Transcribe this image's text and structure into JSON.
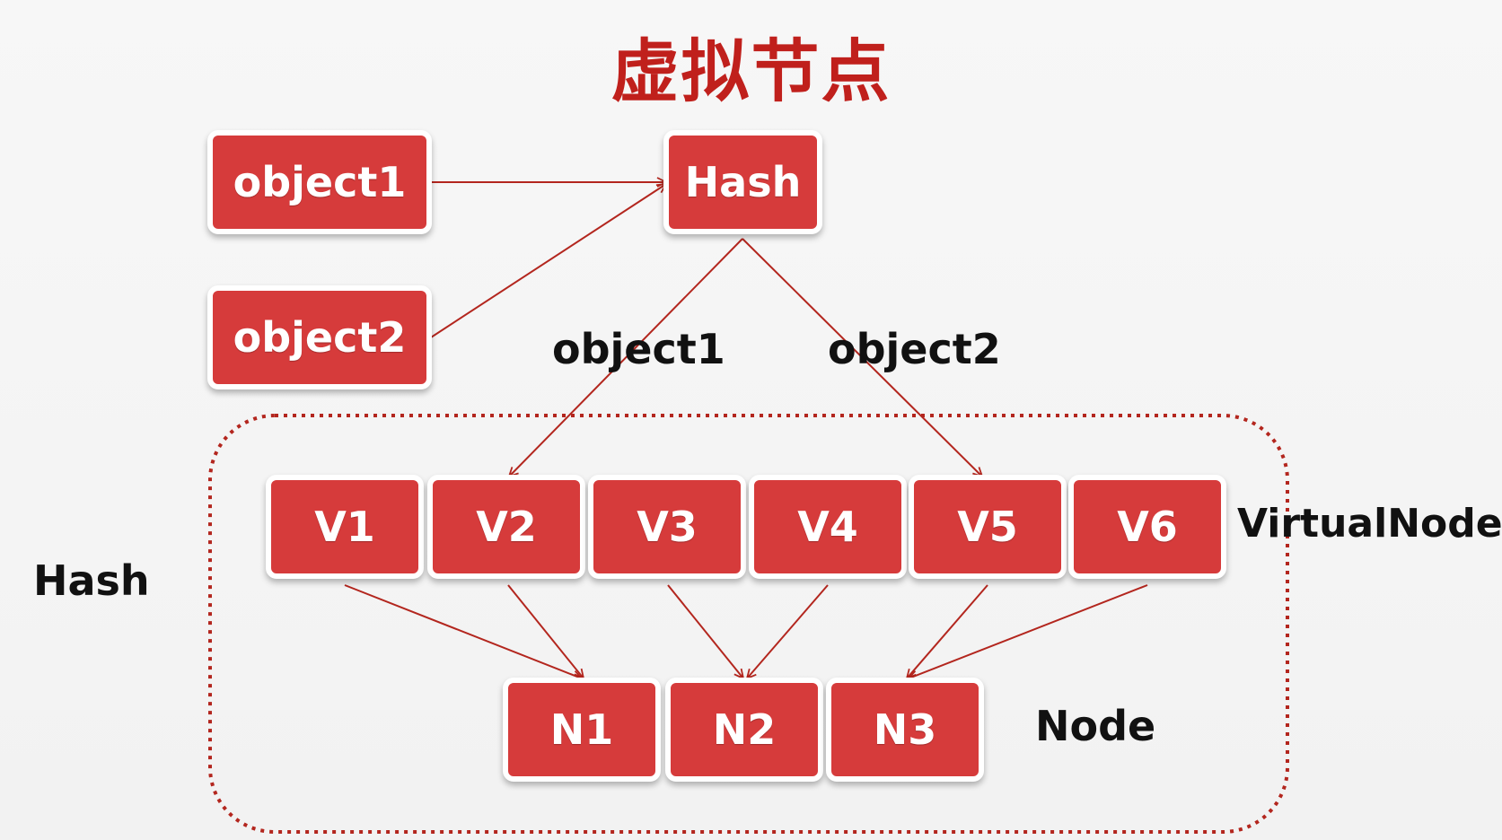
{
  "title": "虚拟节点",
  "colors": {
    "title": "#c0201c",
    "node_fill": "#d63b3b",
    "node_border": "#ffffff",
    "arrow": "#b3261e",
    "dotted_border": "#b3261e",
    "label_text": "#111111"
  },
  "objects": [
    {
      "id": "object1",
      "label": "object1"
    },
    {
      "id": "object2",
      "label": "object2"
    }
  ],
  "hash_node": {
    "label": "Hash"
  },
  "route_labels": [
    {
      "label": "object1"
    },
    {
      "label": "object2"
    }
  ],
  "virtual_nodes": [
    {
      "label": "V1"
    },
    {
      "label": "V2"
    },
    {
      "label": "V3"
    },
    {
      "label": "V4"
    },
    {
      "label": "V5"
    },
    {
      "label": "V6"
    }
  ],
  "physical_nodes": [
    {
      "label": "N1"
    },
    {
      "label": "N2"
    },
    {
      "label": "N3"
    }
  ],
  "side_labels": {
    "ring": "Hash",
    "virtual": "VirtualNode",
    "physical": "Node"
  },
  "edges": [
    {
      "from": "object1",
      "to": "Hash"
    },
    {
      "from": "object2",
      "to": "Hash"
    },
    {
      "from": "Hash",
      "to": "V2"
    },
    {
      "from": "Hash",
      "to": "V5"
    },
    {
      "from": "V1",
      "to": "N1"
    },
    {
      "from": "V2",
      "to": "N1"
    },
    {
      "from": "V3",
      "to": "N2"
    },
    {
      "from": "V4",
      "to": "N2"
    },
    {
      "from": "V5",
      "to": "N3"
    },
    {
      "from": "V6",
      "to": "N3"
    }
  ]
}
